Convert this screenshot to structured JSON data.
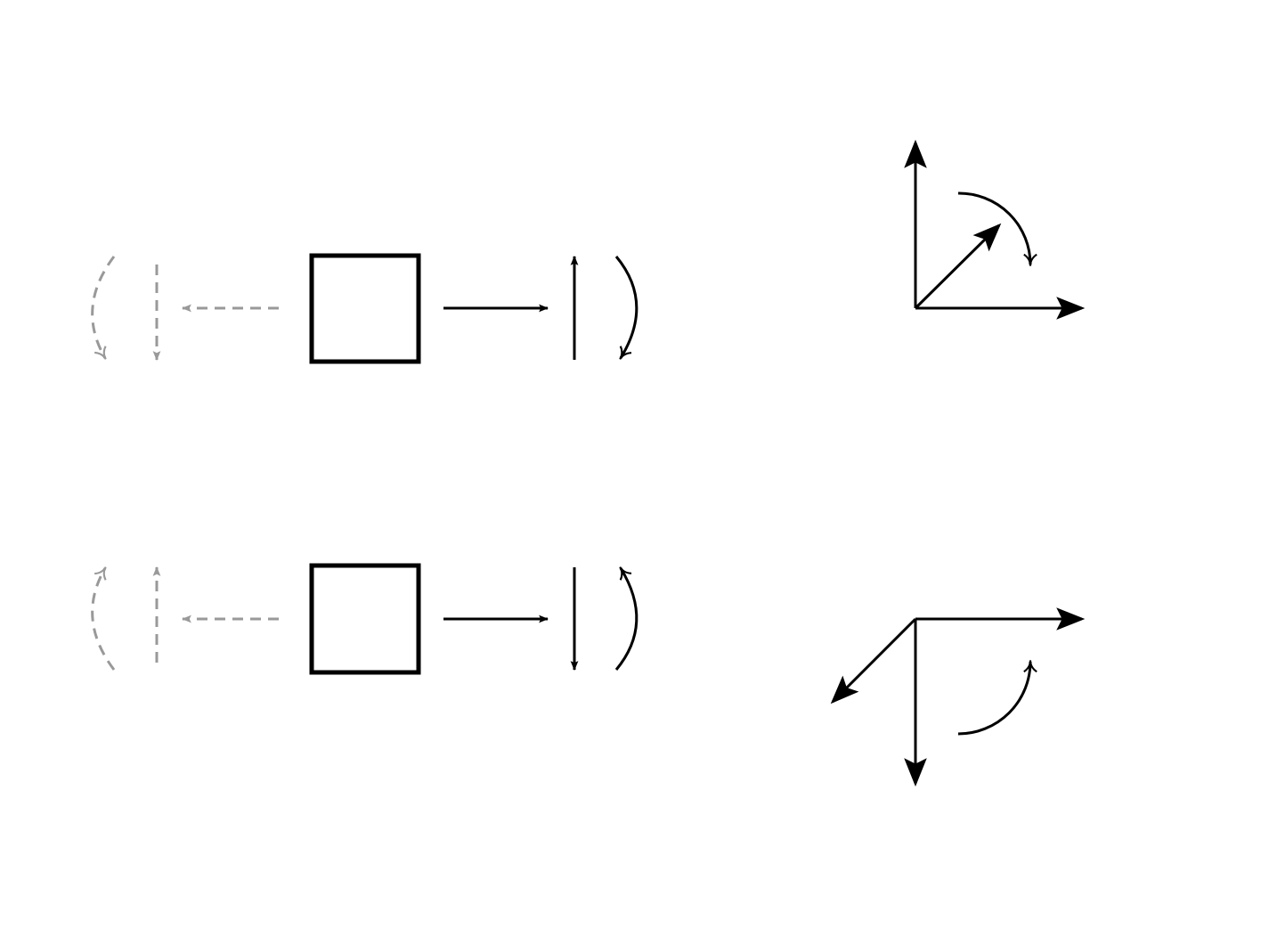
{
  "colors": {
    "primary": "#000000",
    "ghost": "#999999",
    "background": "#ffffff"
  },
  "rows": [
    {
      "vertical_arrow": "up",
      "rotation": "clockwise",
      "ghost_vertical_arrow": "down"
    },
    {
      "vertical_arrow": "down",
      "rotation": "counterclockwise",
      "ghost_vertical_arrow": "up"
    }
  ],
  "axes_diagrams": [
    {
      "axes": [
        "up",
        "right",
        "up-right"
      ],
      "rotation": "clockwise"
    },
    {
      "axes": [
        "right",
        "down",
        "down-left"
      ],
      "rotation": "counterclockwise"
    }
  ]
}
